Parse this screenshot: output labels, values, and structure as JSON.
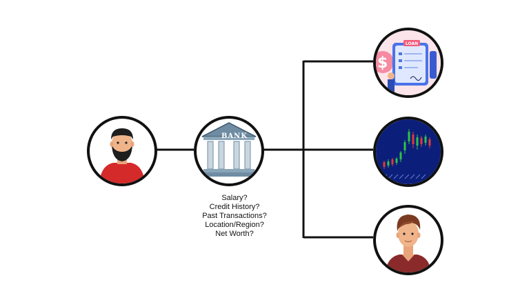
{
  "bank": {
    "sign": "BANK"
  },
  "questions": [
    "Salary?",
    "Credit History?",
    "Past Transactions?",
    "Location/Region?",
    "Net Worth?"
  ],
  "loan_form": {
    "badge": "LOAN"
  },
  "icons": {
    "customer": "bearded-man-avatar-icon",
    "bank": "bank-building-icon",
    "loan": "loan-application-icon",
    "chart": "candlestick-chart-icon",
    "person": "young-man-avatar-icon"
  },
  "colors": {
    "line": "#111111",
    "shirt": "#d42a2a",
    "skin": "#f0b48a",
    "hair": "#1e1e1e",
    "chart_bg": "#0b1f7a",
    "candle_up": "#2fc24a",
    "candle_down": "#e23a3a"
  }
}
